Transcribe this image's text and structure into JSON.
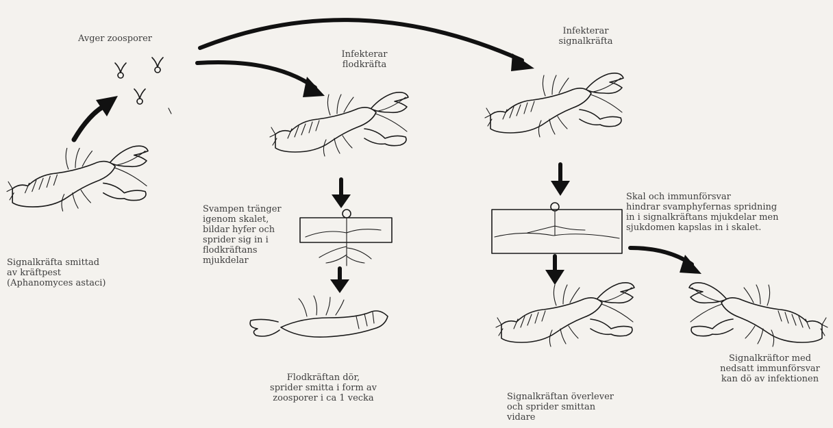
{
  "labels": {
    "emits_zoospores": "Avger zoosporer",
    "infects_noble": "Infekterar\nflodkräfta",
    "infects_signal": "Infekterar\nsignalkräfta",
    "signal_infected": "Signalkräfta smittad\nav kräftpest\n(Aphanomyces astaci)",
    "fungus_penetrates": "Svampen tränger\nigenom skalet,\nbildar hyfer och\nsprider sig in i\nflodkräftans\nmjukdelar",
    "noble_dies": "Flodkräftan dör,\nsprider smitta i form av\nzoosporer i ca 1 vecka",
    "shell_immune": "Skal och immunförsvar\nhindrar svamphyfernas spridning\nin i signalkräftans mjukdelar men\nsjukdomen kapslas in i skalet.",
    "signal_survives": "Signalkräftan överlever\noch sprider smittan\nvidare",
    "reduced_immune": "Signalkräftor med\nnedsatt immunförsvar\nkan dö av infektionen"
  },
  "colors": {
    "ink": "#111111",
    "text": "#3d3d3d",
    "paper": "#f4f2ee"
  }
}
